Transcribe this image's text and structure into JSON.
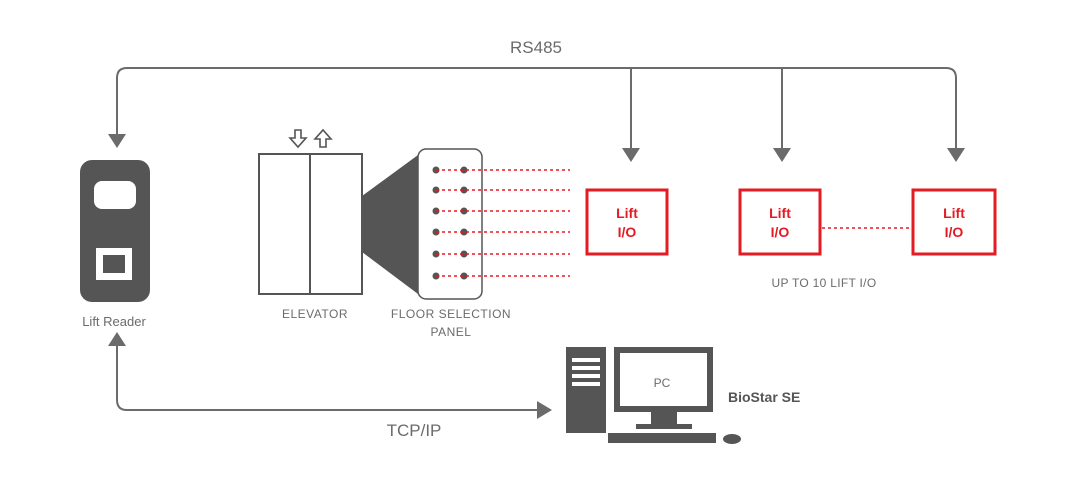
{
  "labels": {
    "rs485": "RS485",
    "tcpip": "TCP/IP",
    "lift_reader": "Lift Reader",
    "elevator": "ELEVATOR",
    "floor_panel_line1": "FLOOR SELECTION",
    "floor_panel_line2": "PANEL",
    "up_to": "UP TO 10 LIFT I/O",
    "pc": "PC",
    "biostar": "BioStar SE"
  },
  "lift_io_boxes": [
    {
      "line1": "Lift",
      "line2": "I/O"
    },
    {
      "line1": "Lift",
      "line2": "I/O"
    },
    {
      "line1": "Lift",
      "line2": "I/O"
    }
  ],
  "colors": {
    "line": "#6b6b6b",
    "device": "#555555",
    "accent": "#e31b23"
  },
  "icons": [
    "down-arrow-icon",
    "up-arrow-icon",
    "computer-icon"
  ]
}
